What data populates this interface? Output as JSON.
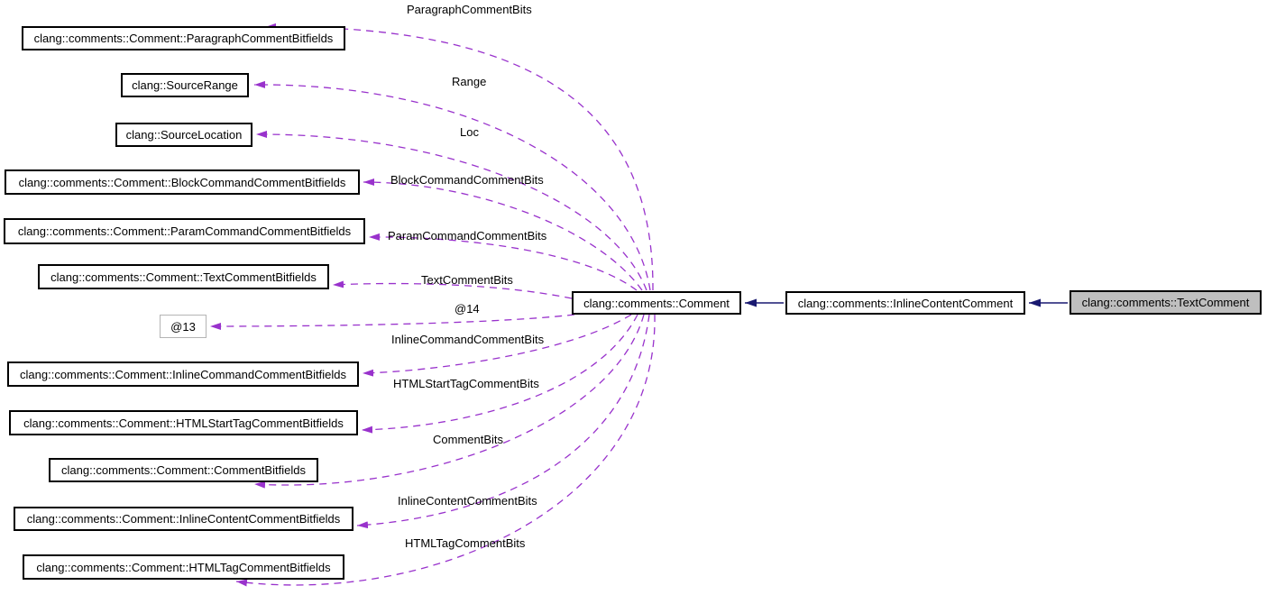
{
  "diagram": {
    "colors": {
      "inheritance_edge": "#191970",
      "usage_edge": "#9932cc",
      "main_node_fill": "#bfbfbf",
      "node_fill": "#ffffff",
      "node_border": "#000000",
      "unnamed_node_border": "#b4b4b4"
    },
    "chain": [
      {
        "label": "clang::comments::Comment"
      },
      {
        "label": "clang::comments::InlineContentComment"
      },
      {
        "label": "clang::comments::TextComment"
      }
    ],
    "members": [
      {
        "label": "clang::comments::Comment::ParagraphCommentBitfields",
        "edge_label": "ParagraphCommentBits"
      },
      {
        "label": "clang::SourceRange",
        "edge_label": "Range"
      },
      {
        "label": "clang::SourceLocation",
        "edge_label": "Loc"
      },
      {
        "label": "clang::comments::Comment::BlockCommandCommentBitfields",
        "edge_label": "BlockCommandCommentBits"
      },
      {
        "label": "clang::comments::Comment::ParamCommandCommentBitfields",
        "edge_label": "ParamCommandCommentBits"
      },
      {
        "label": "clang::comments::Comment::TextCommentBitfields",
        "edge_label": "TextCommentBits"
      },
      {
        "label": "@13",
        "edge_label": "@14"
      },
      {
        "label": "clang::comments::Comment::InlineCommandCommentBitfields",
        "edge_label": "InlineCommandCommentBits"
      },
      {
        "label": "clang::comments::Comment::HTMLStartTagCommentBitfields",
        "edge_label": "HTMLStartTagCommentBits"
      },
      {
        "label": "clang::comments::Comment::CommentBitfields",
        "edge_label": "CommentBits"
      },
      {
        "label": "clang::comments::Comment::InlineContentCommentBitfields",
        "edge_label": "InlineContentCommentBits"
      },
      {
        "label": "clang::comments::Comment::HTMLTagCommentBitfields",
        "edge_label": "HTMLTagCommentBits"
      }
    ]
  }
}
